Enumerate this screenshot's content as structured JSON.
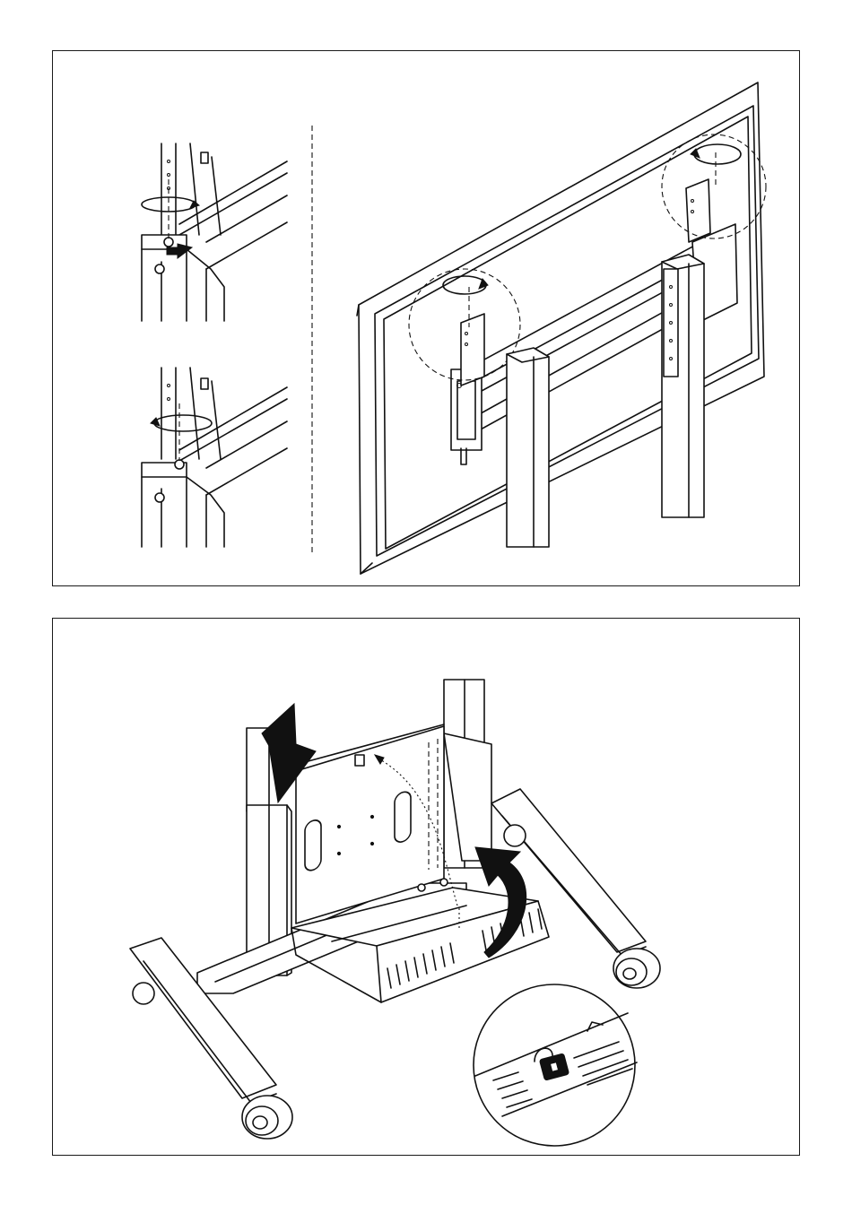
{
  "figure": {
    "panels": [
      {
        "id": "top",
        "steps": [
          "screw-release",
          "screw-tighten",
          "mount-on-column"
        ]
      },
      {
        "id": "bottom",
        "steps": [
          "install-tray",
          "lock-detail"
        ]
      }
    ],
    "colors": {
      "line": "#111111",
      "background": "#ffffff"
    },
    "icons": [
      "rotation-arrow-icon",
      "push-arrow-icon",
      "lift-arrow-icon",
      "padlock-icon"
    ]
  }
}
